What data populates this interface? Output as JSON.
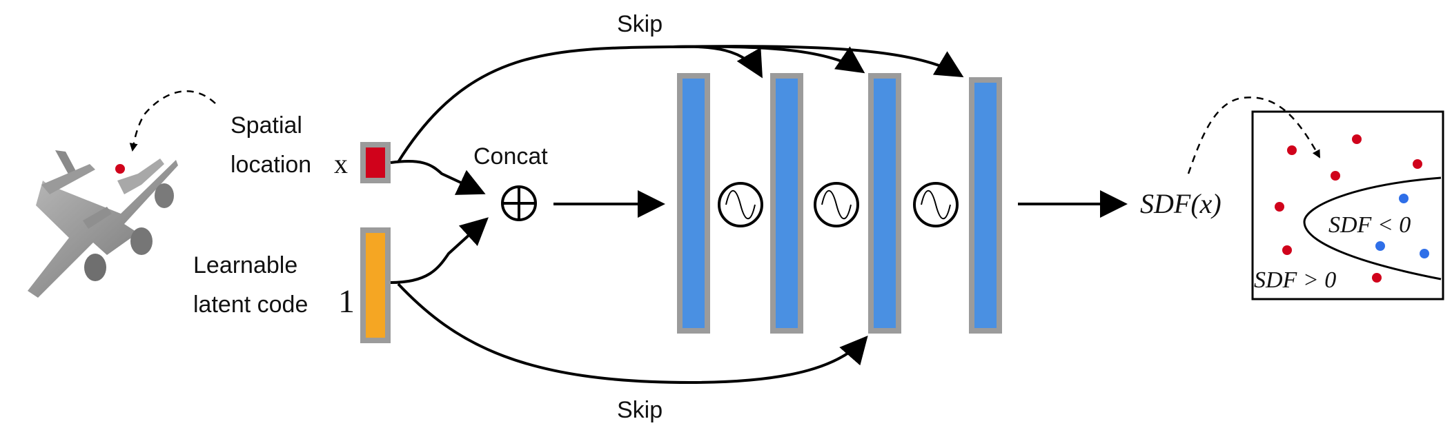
{
  "labels": {
    "skip_top": "Skip",
    "skip_bottom": "Skip",
    "spatial_line1": "Spatial",
    "spatial_line2": "location",
    "spatial_symbol": "x",
    "latent_line1": "Learnable",
    "latent_line2": "latent code",
    "latent_symbol": "1",
    "concat": "Concat",
    "output": "SDF(x)",
    "inset_inside": "SDF < 0",
    "inset_outside": "SDF > 0"
  },
  "colors": {
    "input_x": "#d0021b",
    "latent": "#f5a623",
    "layer": "#4a90e2",
    "layer_border": "#9b9b9b",
    "point_outside": "#d0021b",
    "point_inside": "#2f6fe8",
    "line": "#000000"
  },
  "icons": {
    "concat": "circled-plus-icon",
    "activation": "sine-wave-icon",
    "shape": "airplane-icon"
  }
}
